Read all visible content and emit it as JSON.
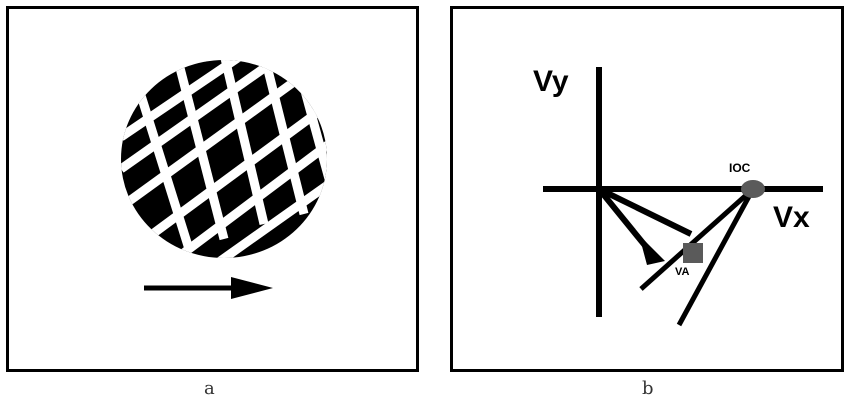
{
  "panel_a": {
    "caption": "a"
  },
  "panel_b": {
    "caption": "b",
    "y_axis_label": "Vy",
    "x_axis_label": "Vx",
    "ioc_label": "IOC",
    "va_label": "VA",
    "colors": {
      "marker": "#5a5a5a",
      "stroke": "#000000"
    }
  }
}
